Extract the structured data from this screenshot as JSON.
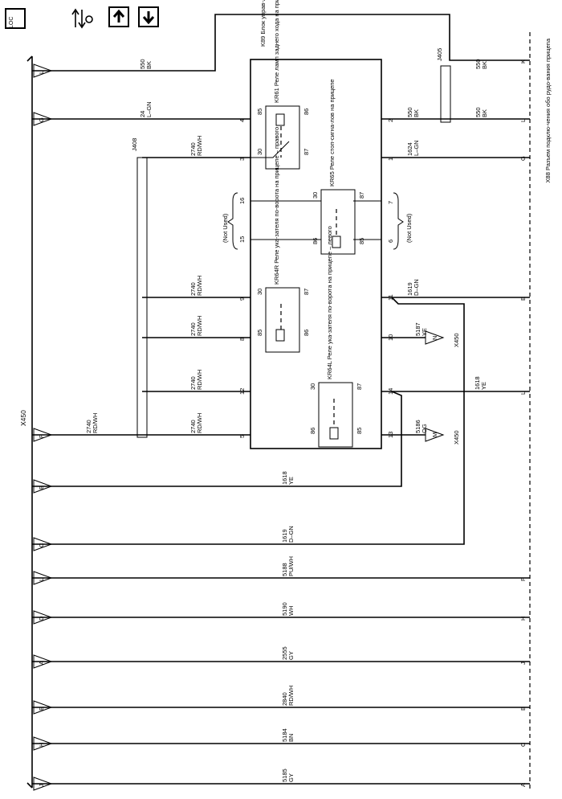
{
  "toolbar": {
    "loc_label": "LOC"
  },
  "connectors": {
    "left_harness": "X450",
    "right_connector": "X88 Разъем подклю-чения обо рудо-вания прицепа",
    "module": "K89 Блок управ-ления им-мобилайзе-ром",
    "j408": "J408",
    "j405": "J405",
    "x450_n": "X450",
    "x450_m": "X450",
    "pin_n": "N",
    "pin_m": "M"
  },
  "relays": {
    "kr61": "KR61 Реле ламп заднего хода на прицепе",
    "kr65": "KR65 Реле стоп-сигна-лов на прицепе",
    "kr64r": "KR64R Реле ука-зателя по-ворота на прицепе – правого",
    "kr64l": "KR64L Реле ука-зателя по-ворота на прицепе – левого"
  },
  "not_used": "(Not Used)",
  "rows": [
    {
      "left_pin": "L",
      "wire": "550",
      "color": "BK",
      "right_pin": "K"
    },
    {
      "left_pin": "G",
      "wire": "24",
      "color": "L–GN",
      "mod_left": "4",
      "mod_right": "2",
      "r_wire": "550",
      "r_color": "BK",
      "right_pin": "L"
    },
    {
      "left_pin": "",
      "wire": "2740",
      "color": "RD/WH",
      "mod_left": "3",
      "mod_right": "1",
      "r_wire": "1624",
      "r_color": "L–GN",
      "right_pin": "G"
    },
    {
      "mod_left": "16",
      "mod_right": "7"
    },
    {
      "mod_left": "15",
      "mod_right": "6"
    },
    {
      "wire": "2740",
      "color": "RD/WH",
      "mod_left": "9",
      "mod_right": "11",
      "r_wire": "1619",
      "r_color": "D–GN",
      "right_pin": "E"
    },
    {
      "wire": "2740",
      "color": "RD/WH",
      "mod_left": "8",
      "mod_right": "10",
      "r_wire": "5187",
      "r_color": "YE"
    },
    {
      "wire": "2740",
      "color": "RD/WH",
      "mod_left": "12",
      "mod_right": "14",
      "r_wire": "1618",
      "r_color": "YE",
      "right_pin": "L"
    },
    {
      "left_pin": "F",
      "wire": "2740",
      "color": "RD/WH",
      "wire2": "2740",
      "color2": "RD/WH",
      "mod_left": "5",
      "mod_right": "13",
      "r_wire": "5186",
      "r_color": "OG"
    },
    {
      "left_pin": "B",
      "wire": "1618",
      "color": "YE"
    },
    {
      "left_pin": "C",
      "wire": "1619",
      "color": "D–GN"
    },
    {
      "left_pin": "L",
      "wire": "5188",
      "color": "PU/WH",
      "right_pin": "F"
    },
    {
      "left_pin": "D",
      "wire": "5190",
      "color": "WH",
      "right_pin": "H"
    },
    {
      "left_pin": "A",
      "wire": "2555",
      "color": "GY",
      "right_pin": "J"
    },
    {
      "left_pin": "E",
      "wire": "2840",
      "color": "RD/WH",
      "right_pin": "B"
    },
    {
      "left_pin": "H",
      "wire": "5184",
      "color": "BN",
      "right_pin": "C"
    },
    {
      "left_pin": "J",
      "wire": "5185",
      "color": "GY",
      "right_pin": "A"
    }
  ],
  "relay_pins": {
    "p30": "30",
    "p85": "85",
    "p86": "86",
    "p87": "87"
  }
}
